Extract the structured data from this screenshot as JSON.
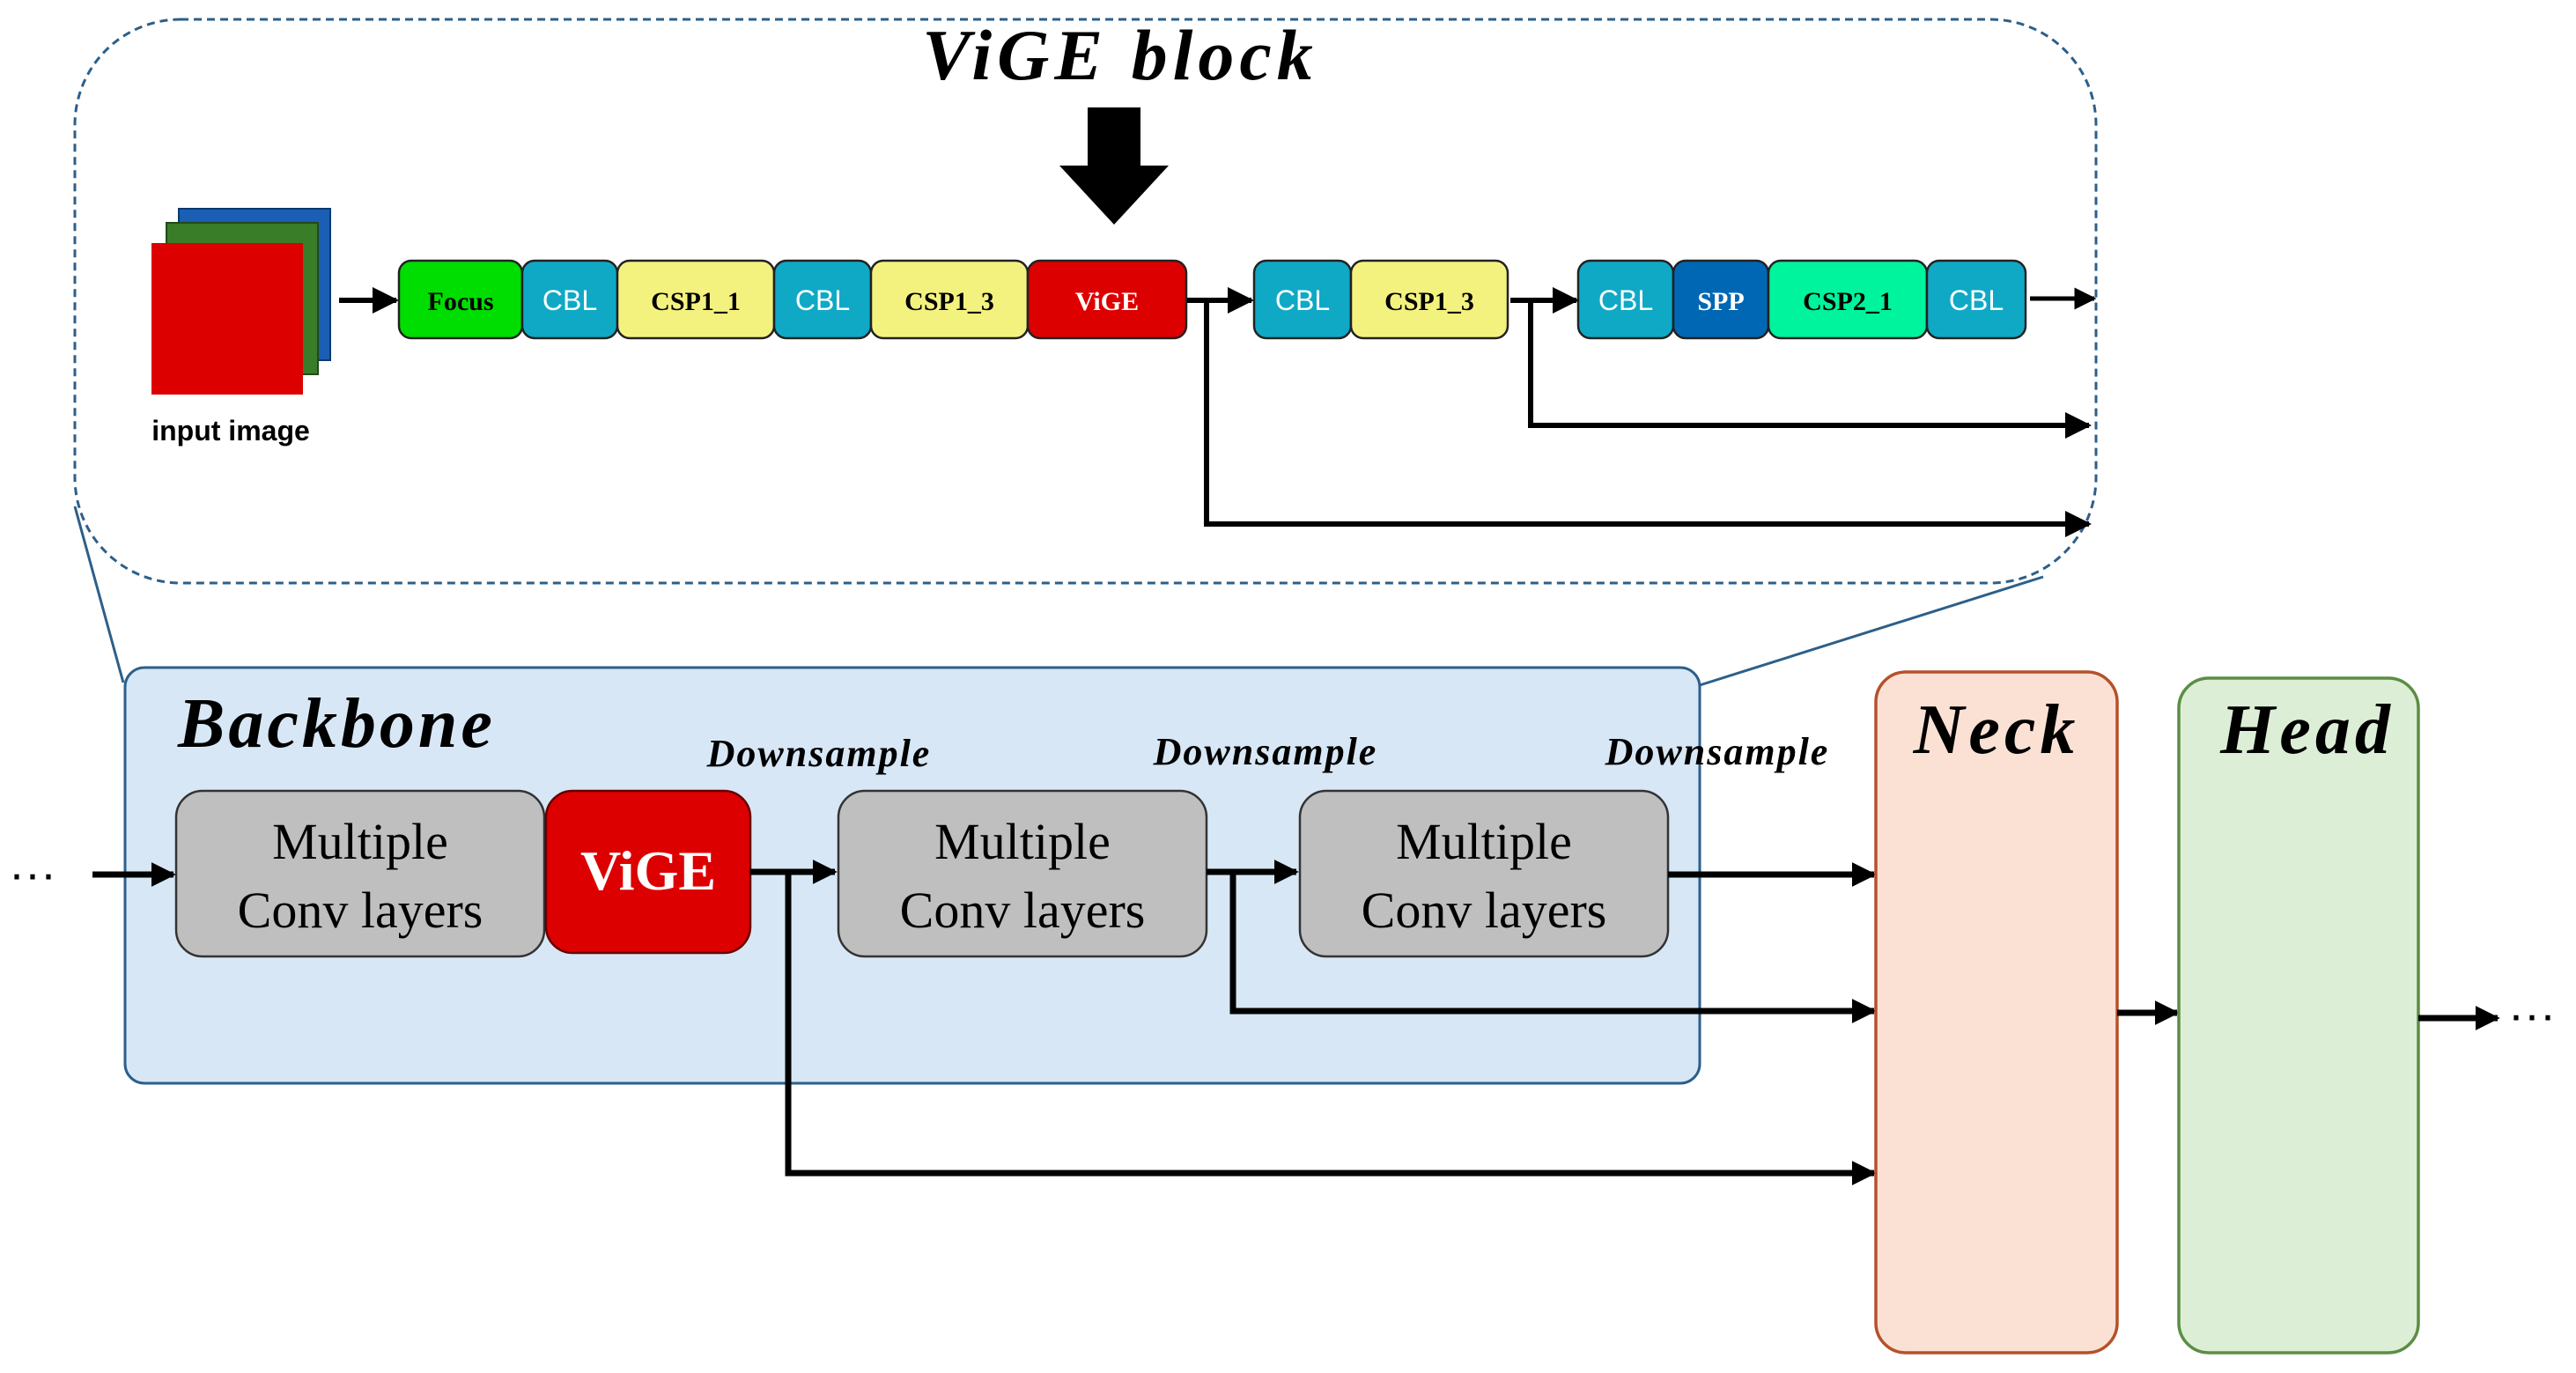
{
  "title": "ViGE block",
  "input_label": "input image",
  "pipeline": {
    "blocks": [
      "Focus",
      "CBL",
      "CSP1_1",
      "CBL",
      "CSP1_3",
      "ViGE",
      "CBL",
      "CSP1_3",
      "CBL",
      "SPP",
      "CSP2_1",
      "CBL"
    ]
  },
  "backbone": {
    "label": "Backbone",
    "conv_label_line1": "Multiple",
    "conv_label_line2": "Conv layers",
    "vige_label": "ViGE",
    "downsample_label": "Downsample"
  },
  "neck_label": "Neck",
  "head_label": "Head",
  "ellipsis": "···",
  "colors": {
    "focus": "#00dd00",
    "cbl": "#0fa9c6",
    "csp": "#f4f27f",
    "vige": "#dd0000",
    "spp": "#0067b4",
    "csp2": "#00f39d",
    "conv": "#bfbfbf",
    "backbone_bg": "#d7e7f5",
    "neck_bg": "#fbe1d4",
    "neck_border": "#b5512a",
    "head_bg": "#dcefd6",
    "head_border": "#5c8d44",
    "dashed": "#2c5f8a"
  }
}
